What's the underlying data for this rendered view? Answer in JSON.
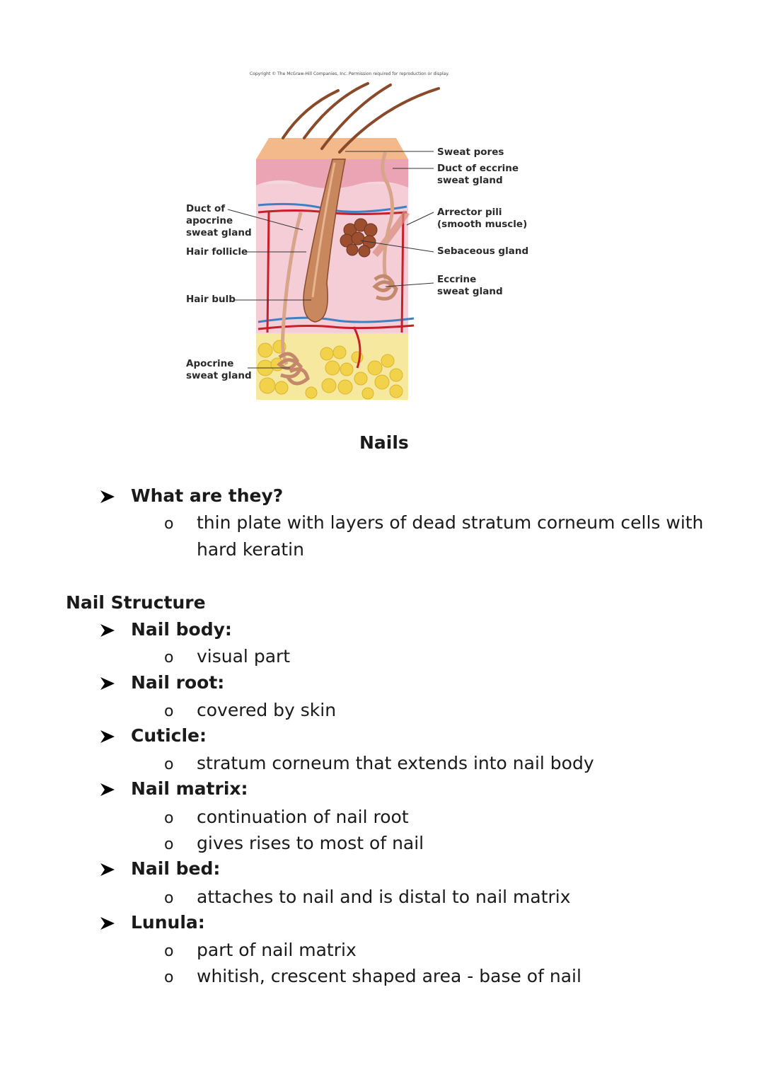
{
  "figure": {
    "copyright": "Copyright © The McGraw-Hill Companies, Inc. Permission required for reproduction or display.",
    "labels_left": {
      "duct_apocrine": "Duct of\napocrine\nsweat gland",
      "hair_follicle": "Hair follicle",
      "hair_bulb": "Hair bulb",
      "apocrine_gland": "Apocrine\nsweat gland"
    },
    "labels_right": {
      "sweat_pores": "Sweat pores",
      "duct_eccrine": "Duct of eccrine\nsweat gland",
      "arrector_pili": "Arrector pili\n(smooth muscle)",
      "sebaceous": "Sebaceous gland",
      "eccrine_gland": "Eccrine\nsweat gland"
    }
  },
  "section_title": "Nails",
  "what": {
    "heading": "What are they?",
    "line1": "thin plate with layers of dead stratum corneum cells with",
    "line2": "hard keratin"
  },
  "structure": {
    "title": "Nail Structure",
    "items": [
      {
        "term": "Nail body:",
        "points": [
          "visual part"
        ]
      },
      {
        "term": "Nail root:",
        "points": [
          "covered by skin"
        ]
      },
      {
        "term": "Cuticle:",
        "points": [
          "stratum corneum that extends into nail body"
        ]
      },
      {
        "term": "Nail matrix:",
        "points": [
          "continuation of nail root",
          "gives rises to most of nail"
        ]
      },
      {
        "term": "Nail bed:",
        "points": [
          "attaches to nail and is distal to nail matrix"
        ]
      },
      {
        "term": "Lunula:",
        "points": [
          "part of nail matrix",
          "whitish, crescent shaped area - base of nail"
        ]
      }
    ]
  },
  "bullet_glyph": "o"
}
